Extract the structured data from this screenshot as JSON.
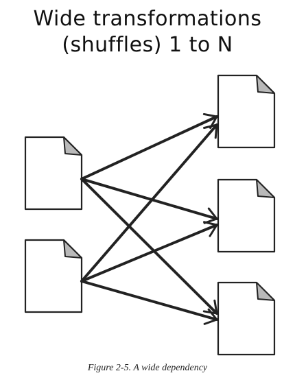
{
  "title": {
    "line1": "Wide transformations",
    "line2": "(shuffles) 1 to N"
  },
  "caption": "Figure 2-5. A wide dependency",
  "colors": {
    "stroke": "#222222",
    "page_fill": "#ffffff",
    "fold_fill": "#b9b9b9"
  },
  "diagram": {
    "sources": [
      "source-partition-1",
      "source-partition-2"
    ],
    "targets": [
      "target-partition-1",
      "target-partition-2",
      "target-partition-3"
    ],
    "edges": [
      {
        "from": 0,
        "to": 0
      },
      {
        "from": 0,
        "to": 1
      },
      {
        "from": 0,
        "to": 2
      },
      {
        "from": 1,
        "to": 0
      },
      {
        "from": 1,
        "to": 1
      },
      {
        "from": 1,
        "to": 2
      }
    ]
  }
}
